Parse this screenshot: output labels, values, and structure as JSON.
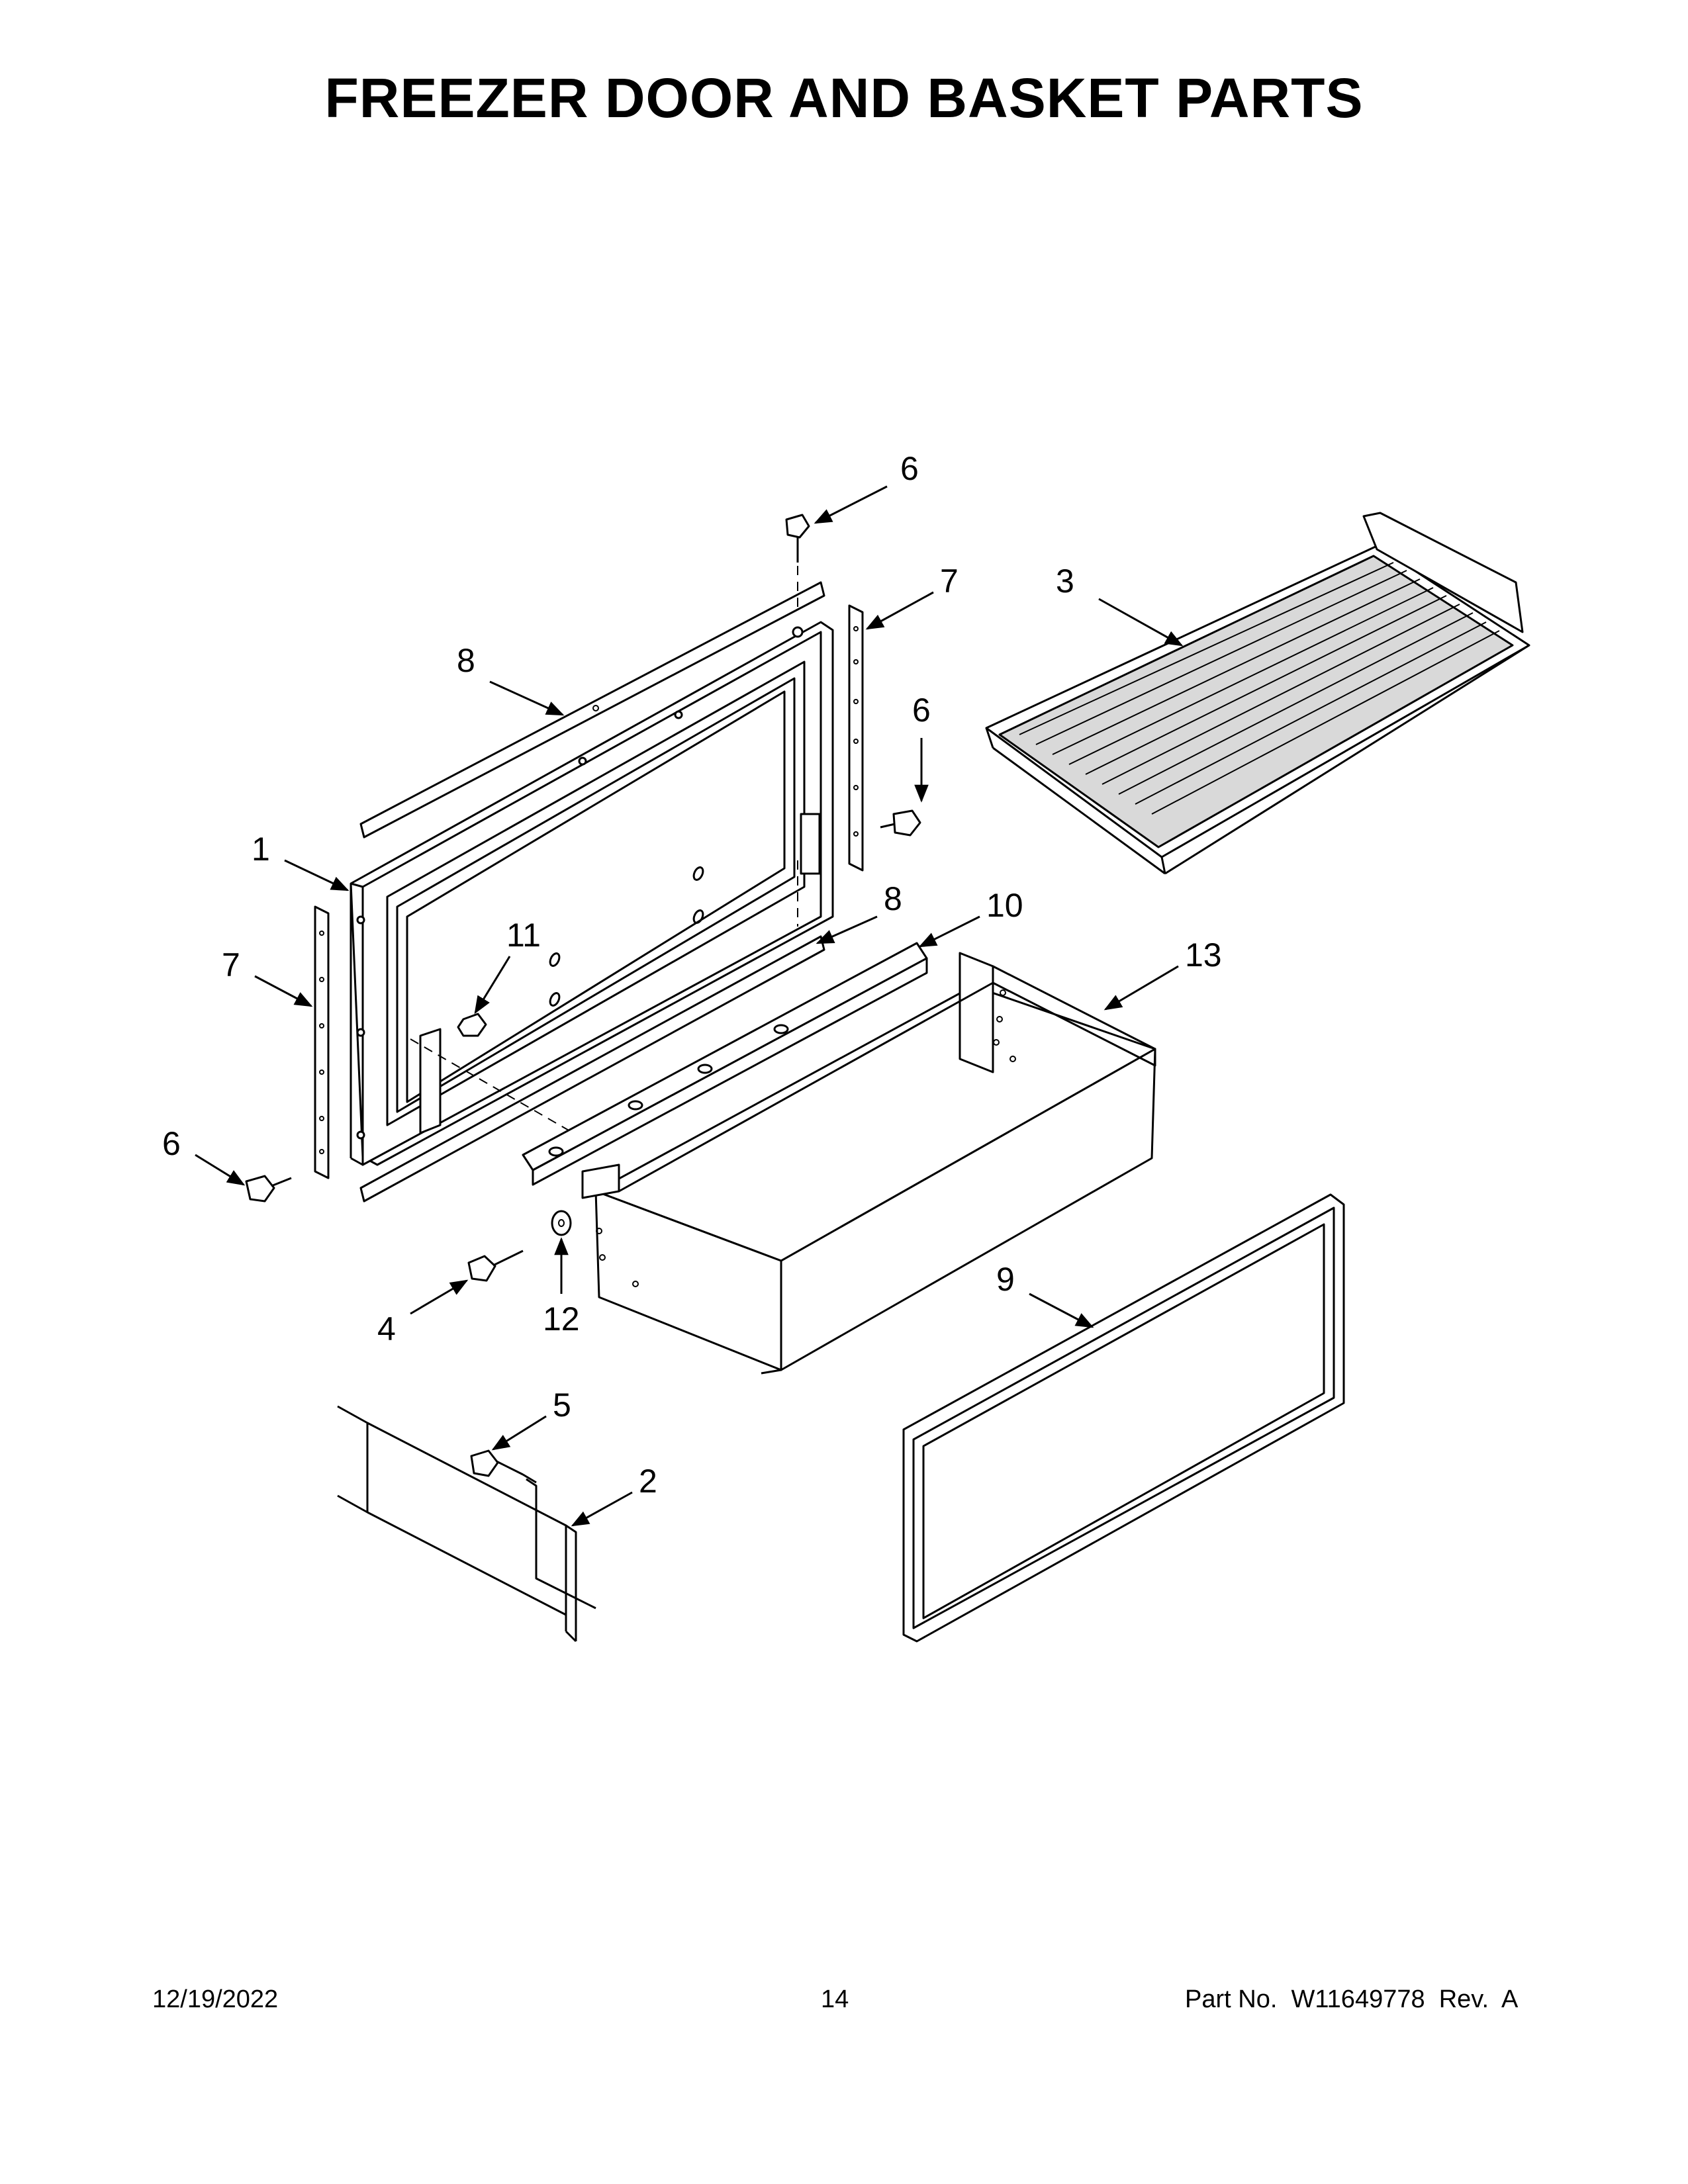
{
  "page": {
    "title": "FREEZER DOOR AND BASKET PARTS",
    "footer_date": "12/19/2022",
    "footer_page": "14",
    "footer_part": "Part No.  W11649778  Rev.  A"
  },
  "callouts": [
    "6",
    "7",
    "3",
    "8",
    "6",
    "1",
    "8",
    "10",
    "11",
    "7",
    "13",
    "6",
    "9",
    "4",
    "12",
    "5",
    "2"
  ],
  "parts": [
    {
      "ref": "1",
      "name": "freezer-door"
    },
    {
      "ref": "2",
      "name": "door-panel"
    },
    {
      "ref": "3",
      "name": "tray"
    },
    {
      "ref": "4",
      "name": "screw"
    },
    {
      "ref": "5",
      "name": "screw"
    },
    {
      "ref": "6",
      "name": "screw"
    },
    {
      "ref": "7",
      "name": "side-trim"
    },
    {
      "ref": "8",
      "name": "end-cap-trim"
    },
    {
      "ref": "9",
      "name": "door-gasket"
    },
    {
      "ref": "10",
      "name": "slide-rail"
    },
    {
      "ref": "11",
      "name": "nut"
    },
    {
      "ref": "12",
      "name": "washer"
    },
    {
      "ref": "13",
      "name": "basket"
    }
  ]
}
